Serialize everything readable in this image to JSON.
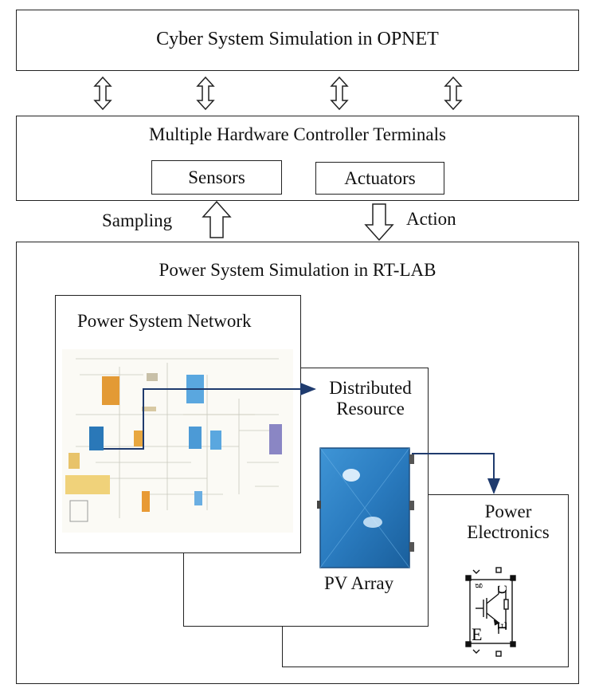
{
  "cyber": {
    "title": "Cyber System Simulation in OPNET"
  },
  "controller": {
    "title": "Multiple Hardware Controller Terminals",
    "sensors": "Sensors",
    "actuators": "Actuators"
  },
  "links": {
    "sampling": "Sampling",
    "action": "Action"
  },
  "power": {
    "title": "Power System Simulation in RT-LAB",
    "network": "Power System Network",
    "distributed": "Distributed Resource",
    "pv": "PV Array",
    "electronics": "Power Electronics"
  },
  "igbt_labels": {
    "gate": "g",
    "collector": "C",
    "emitter": "E",
    "emitter_big": "E"
  },
  "colors": {
    "connector": "#1f3b6e",
    "pv_panel": "#2a7bbf",
    "line": "#222222"
  }
}
